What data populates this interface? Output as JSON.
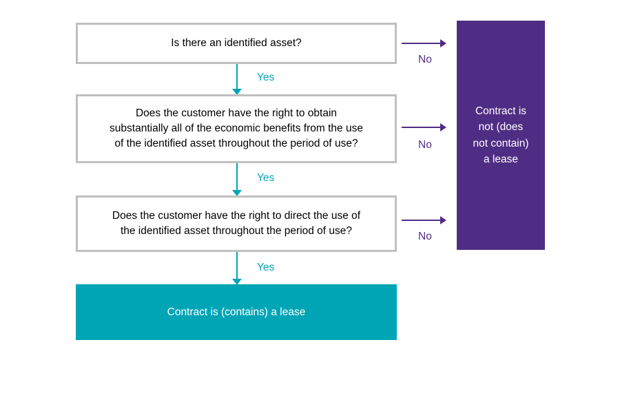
{
  "diagram": {
    "title": "Lease identification decision flowchart",
    "colors": {
      "teal": "#00a5b5",
      "purple": "#502d84",
      "box_border": "#bfbfbf",
      "box_fill": "#ffffff",
      "text_dark": "#000000",
      "text_light": "#ffffff"
    },
    "decisions": [
      {
        "id": "q1",
        "text": "Is there an identified asset?"
      },
      {
        "id": "q2",
        "text": "Does the customer have the right to obtain\nsubstantially all of the economic benefits from the use\nof the identified asset throughout the period of use?"
      },
      {
        "id": "q3",
        "text": "Does the customer have the right to direct the use of\nthe identified asset throughout the period of use?"
      }
    ],
    "outcomes": {
      "lease": "Contract is (contains) a lease",
      "not_lease": "Contract is\nnot (does\nnot contain)\na lease"
    },
    "edge_labels": {
      "yes_1": "Yes",
      "yes_2": "Yes",
      "yes_3": "Yes",
      "no_1": "No",
      "no_2": "No",
      "no_3": "No"
    }
  }
}
